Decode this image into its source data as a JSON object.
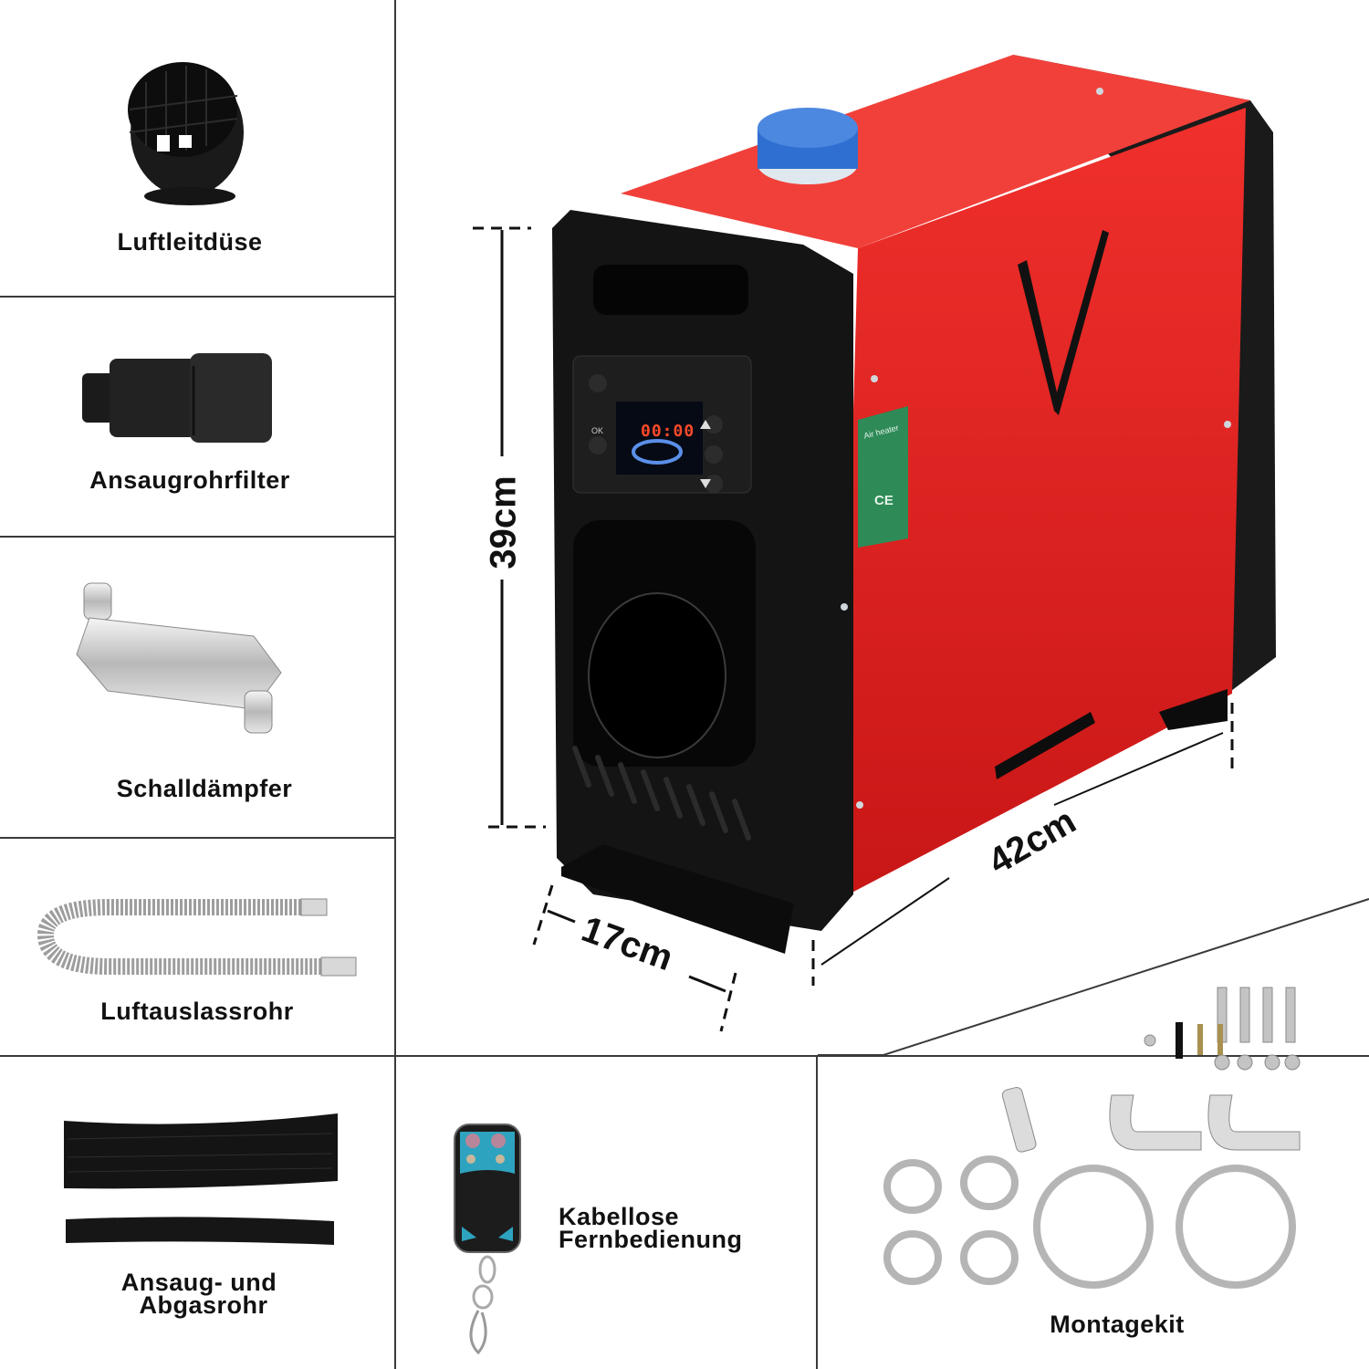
{
  "accessories": [
    {
      "id": "luftleitduese",
      "label": "Luftleitdüse",
      "icon": "air-nozzle-icon"
    },
    {
      "id": "ansaugrohrfilter",
      "label": "Ansaugrohrfilter",
      "icon": "intake-filter-icon"
    },
    {
      "id": "schalldaempfer",
      "label": "Schalldämpfer",
      "icon": "muffler-icon"
    },
    {
      "id": "luftauslassrohr",
      "label": "Luftauslassrohr",
      "icon": "flex-pipe-icon"
    },
    {
      "id": "ansaug_abgasrohr",
      "label_line1": "Ansaug- und",
      "label_line2": "Abgasrohr",
      "icon": "hose-icon"
    },
    {
      "id": "fernbedienung",
      "label_line1": "Kabellose",
      "label_line2": "Fernbedienung",
      "icon": "remote-control-icon"
    },
    {
      "id": "montagekit",
      "label": "Montagekit",
      "icon": "mounting-kit-icon"
    }
  ],
  "dimensions": {
    "height": "39cm",
    "depth": "17cm",
    "length": "42cm"
  },
  "heater": {
    "display_time": "00:00",
    "panel_buttons": [
      "settings",
      "OK",
      "up",
      "power",
      "down"
    ],
    "ok_label": "OK",
    "spec_label_title": "Air heater",
    "ce_mark": "CE",
    "logo_glyph": "V"
  },
  "colors": {
    "heater_red": "#e52320",
    "heater_black": "#141414",
    "cap_blue": "#2f6fd1",
    "spec_label_green": "#2e8b57",
    "remote_teal": "#2ea3bf",
    "grid_line": "#3a3a3a"
  }
}
